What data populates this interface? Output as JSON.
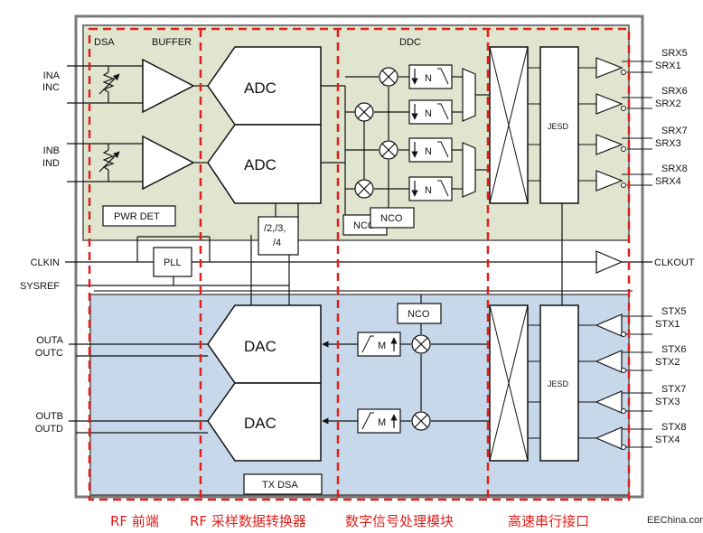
{
  "blocks": {
    "dsa": "DSA",
    "buffer": "BUFFER",
    "ddc": "DDC",
    "adc": "ADC",
    "dac": "DAC",
    "nco": "NCO",
    "jesd": "JESD",
    "pwr_det": "PWR DET",
    "pll": "PLL",
    "divider_line1": "/2,/3,",
    "divider_line2": "/4",
    "tx_dsa": "TX DSA",
    "decim": "N",
    "interp": "M"
  },
  "pins_left": {
    "ina": "INA",
    "inc": "INC",
    "inb": "INB",
    "ind": "IND",
    "clkin": "CLKIN",
    "sysref": "SYSREF",
    "outa": "OUTA",
    "outc": "OUTC",
    "outb": "OUTB",
    "outd": "OUTD"
  },
  "pins_right": {
    "srx5": "SRX5",
    "srx1": "SRX1",
    "srx6": "SRX6",
    "srx2": "SRX2",
    "srx7": "SRX7",
    "srx3": "SRX3",
    "srx8": "SRX8",
    "srx4": "SRX4",
    "clkout": "CLKOUT",
    "stx5": "STX5",
    "stx1": "STX1",
    "stx6": "STX6",
    "stx2": "STX2",
    "stx7": "STX7",
    "stx3": "STX3",
    "stx8": "STX8",
    "stx4": "STX4"
  },
  "sections": {
    "rf_front": "RF 前端",
    "rf_converter": "RF 采样数据转换器",
    "dsp": "数字信号处理模块",
    "serial": "高速串行接口"
  },
  "watermark": "EEChina.com",
  "colors": {
    "rx_fill": "#dfe5cf",
    "tx_fill": "#c6d8ea",
    "dash": "#e0201c",
    "chip_frame": "#7a7a7a"
  }
}
